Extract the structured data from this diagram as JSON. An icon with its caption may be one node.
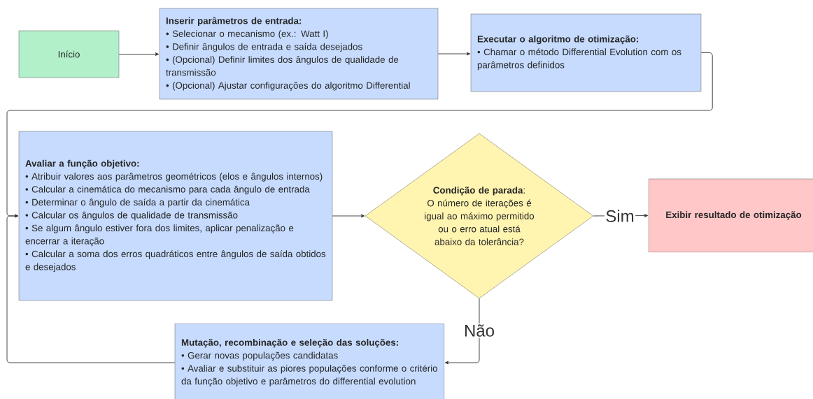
{
  "diagram": {
    "nodes": [
      {
        "text": [
          "Início"
        ]
      },
      {
        "text": [
          "Inserir parâmetros de entrada:",
          "• Selecionar o mecanismo (ex.: Watt I)",
          "• Definir ângulos de entrada e saída desejados",
          "• (Opcional) Definir limites dos ângulos de qualidade de transmissão",
          "• (Opcional) Ajustar configurações do algoritmo Differential"
        ]
      },
      {
        "text": [
          "Executar o algoritmo de otimização:",
          "• Chamar o método Differential Evolution com os parâmetros definidos"
        ]
      },
      {
        "text": [
          "Avaliar a função objetivo:",
          "• Atribuir valores aos parâmetros geométricos (elos e ângulos internos)",
          "• Calcular a cinemática do mecanismo para cada ângulo de entrada",
          "• Determinar o ângulo de saída a partir da cinemática",
          "• Calcular os ângulos de qualidade de transmissão",
          "• Se algum ângulo estiver fora dos limites, aplicar penalização e encerrar a iteração",
          "• Calcular a soma dos erros quadráticos entre ângulos de saída obtidos e desejados"
        ]
      },
      {
        "text": [
          "**Condição de parada**:",
          "O número de iterações é igual ao máximo permitido ou o erro atual está abaixo da tolerância?"
        ]
      },
      {
        "text": [
          "Exibir resultado de otimização"
        ]
      },
      {
        "text": [
          "Mutação, recombinação e seleção das soluções:",
          "• Gerar novas populações candidatas",
          "• Avaliar e substituir as piores populações conforme o critério da função objetivo e parâmetros do differential evolution"
        ]
      }
    ],
    "edges": [
      {
        "from": 0,
        "to": 1,
        "arrow": "to"
      },
      {
        "from": 1,
        "to": 2,
        "arrow": "to"
      },
      {
        "from": 2,
        "to": 3,
        "arrow": "to"
      },
      {
        "from": 3,
        "to": 4,
        "arrow": "to"
      },
      {
        "from": 4,
        "to": 5,
        "arrow": "to",
        "label": "Sim"
      },
      {
        "from": 4,
        "to": 6,
        "arrow": "to",
        "label": "Não"
      },
      {
        "from": 6,
        "to": 3,
        "arrow": "to"
      }
    ]
  }
}
